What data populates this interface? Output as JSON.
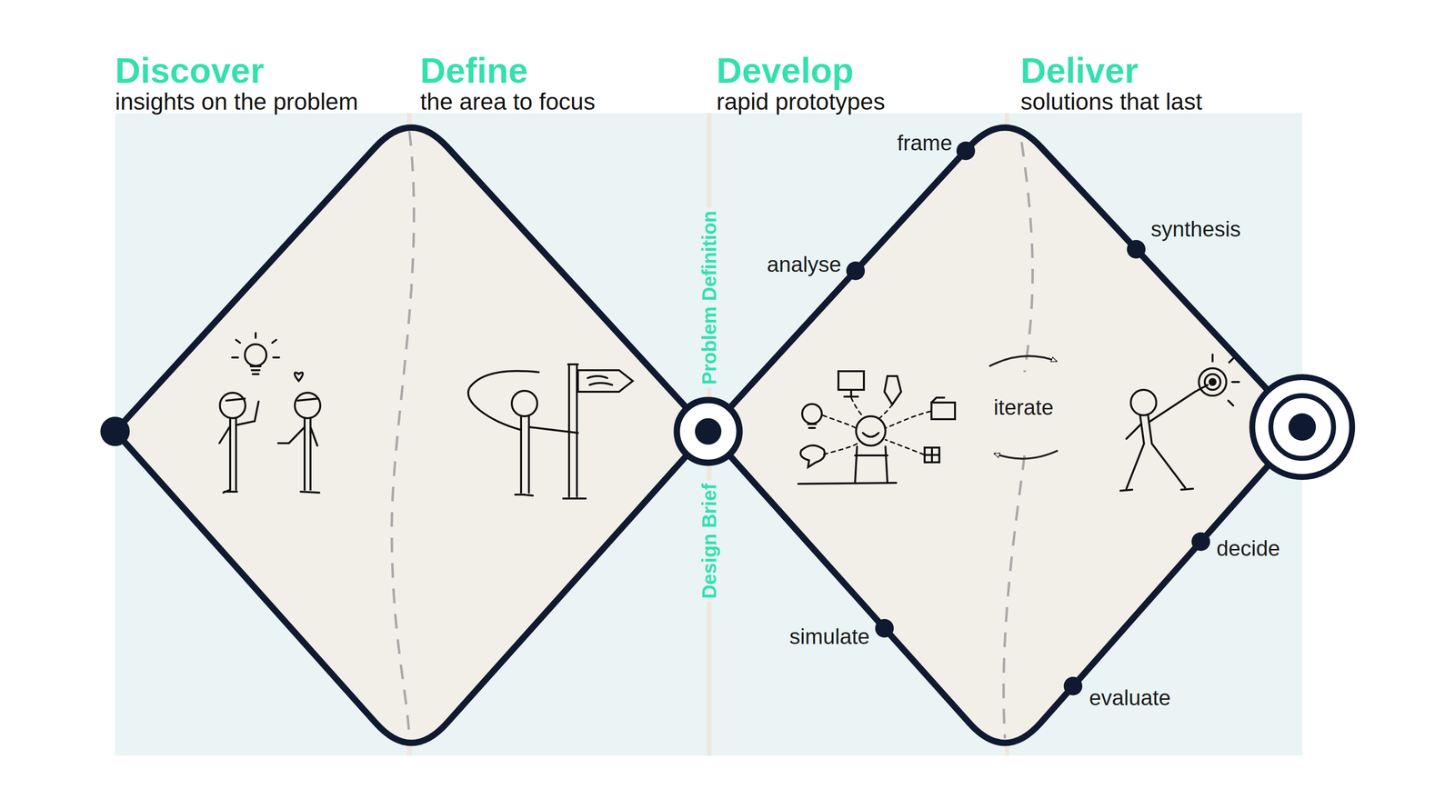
{
  "diagram": {
    "nodes": [
      {
        "text": [
          "Discover",
          "insights on the problem"
        ]
      },
      {
        "text": [
          "Define",
          "the area to focus"
        ]
      },
      {
        "text": [
          "Develop",
          "rapid prototypes"
        ]
      },
      {
        "text": [
          "Deliver",
          "solutions that last"
        ]
      }
    ],
    "labels": [
      "Problem Definition",
      "Design Brief",
      "frame",
      "analyse",
      "synthesis",
      "iterate",
      "simulate",
      "decide",
      "evaluate"
    ]
  }
}
